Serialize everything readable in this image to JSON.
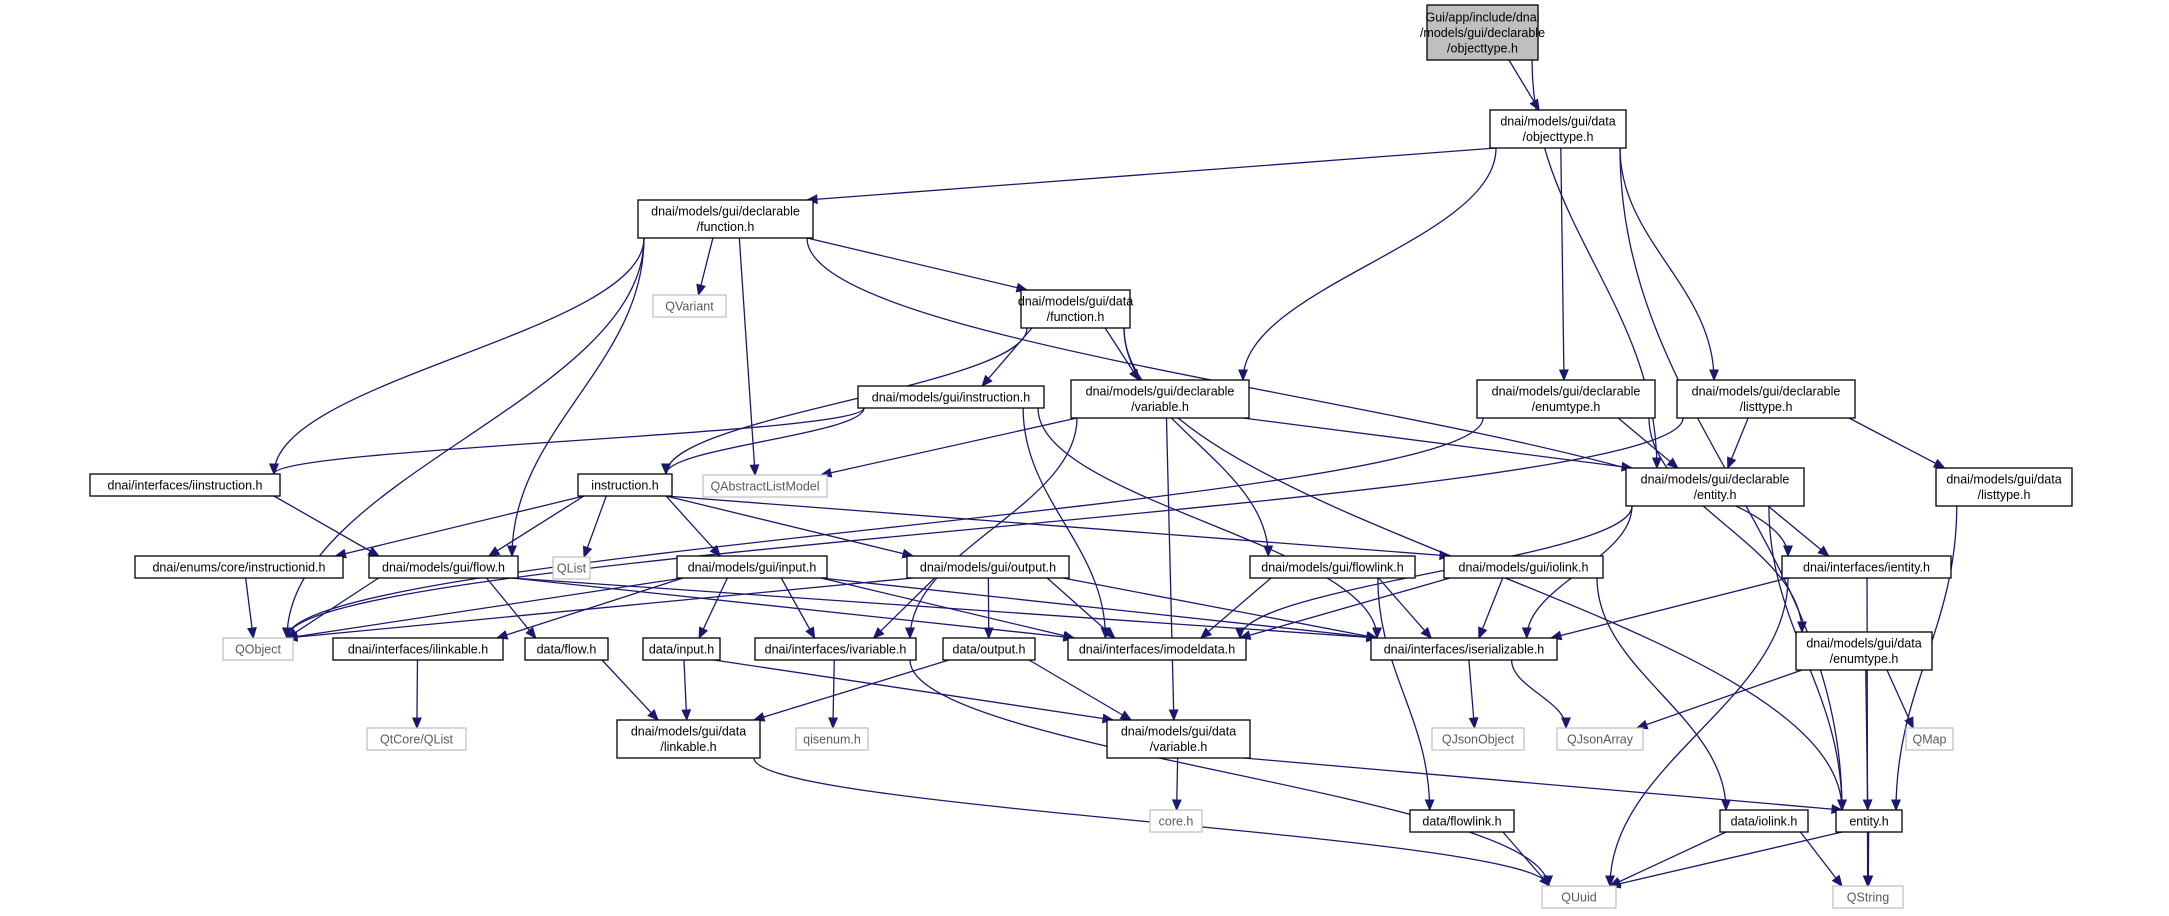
{
  "diagram": {
    "colors": {
      "edge": "#191970",
      "root_fill": "#bfbfbf",
      "node_border": "#000000",
      "external_border": "#bfbfbf",
      "external_text": "#5a5a5a"
    },
    "nodes": [
      {
        "id": "root",
        "lines": [
          "Gui/app/include/dnai",
          "/models/gui/declarable",
          "/objecttype.h"
        ],
        "kind": "root"
      },
      {
        "id": "data_objecttype",
        "lines": [
          "dnai/models/gui/data",
          "/objecttype.h"
        ],
        "kind": "local"
      },
      {
        "id": "decl_function",
        "lines": [
          "dnai/models/gui/declarable",
          "/function.h"
        ],
        "kind": "local"
      },
      {
        "id": "qvariant",
        "lines": [
          "QVariant"
        ],
        "kind": "external"
      },
      {
        "id": "data_function",
        "lines": [
          "dnai/models/gui/data",
          "/function.h"
        ],
        "kind": "local"
      },
      {
        "id": "instruction_gui",
        "lines": [
          "dnai/models/gui/instruction.h"
        ],
        "kind": "local"
      },
      {
        "id": "decl_variable",
        "lines": [
          "dnai/models/gui/declarable",
          "/variable.h"
        ],
        "kind": "local"
      },
      {
        "id": "decl_enumtype",
        "lines": [
          "dnai/models/gui/declarable",
          "/enumtype.h"
        ],
        "kind": "local"
      },
      {
        "id": "decl_listtype",
        "lines": [
          "dnai/models/gui/declarable",
          "/listtype.h"
        ],
        "kind": "local"
      },
      {
        "id": "iinstruction",
        "lines": [
          "dnai/interfaces/iinstruction.h"
        ],
        "kind": "local"
      },
      {
        "id": "qabstractlistmodel",
        "lines": [
          "QAbstractListModel"
        ],
        "kind": "external"
      },
      {
        "id": "instruction_h",
        "lines": [
          "instruction.h"
        ],
        "kind": "local"
      },
      {
        "id": "decl_entity",
        "lines": [
          "dnai/models/gui/declarable",
          "/entity.h"
        ],
        "kind": "local"
      },
      {
        "id": "data_listtype",
        "lines": [
          "dnai/models/gui/data",
          "/listtype.h"
        ],
        "kind": "local"
      },
      {
        "id": "instructionid",
        "lines": [
          "dnai/enums/core/instructionid.h"
        ],
        "kind": "local"
      },
      {
        "id": "flow",
        "lines": [
          "dnai/models/gui/flow.h"
        ],
        "kind": "local"
      },
      {
        "id": "qlist",
        "lines": [
          "QList"
        ],
        "kind": "external"
      },
      {
        "id": "input",
        "lines": [
          "dnai/models/gui/input.h"
        ],
        "kind": "local"
      },
      {
        "id": "output",
        "lines": [
          "dnai/models/gui/output.h"
        ],
        "kind": "local"
      },
      {
        "id": "flowlink",
        "lines": [
          "dnai/models/gui/flowlink.h"
        ],
        "kind": "local"
      },
      {
        "id": "iolink",
        "lines": [
          "dnai/models/gui/iolink.h"
        ],
        "kind": "local"
      },
      {
        "id": "ientity",
        "lines": [
          "dnai/interfaces/ientity.h"
        ],
        "kind": "local"
      },
      {
        "id": "qobject",
        "lines": [
          "QObject"
        ],
        "kind": "external"
      },
      {
        "id": "ilinkable",
        "lines": [
          "dnai/interfaces/ilinkable.h"
        ],
        "kind": "local"
      },
      {
        "id": "data_flow",
        "lines": [
          "data/flow.h"
        ],
        "kind": "local"
      },
      {
        "id": "data_input",
        "lines": [
          "data/input.h"
        ],
        "kind": "local"
      },
      {
        "id": "ivariable",
        "lines": [
          "dnai/interfaces/ivariable.h"
        ],
        "kind": "local"
      },
      {
        "id": "data_output",
        "lines": [
          "data/output.h"
        ],
        "kind": "local"
      },
      {
        "id": "imodeldata",
        "lines": [
          "dnai/interfaces/imodeldata.h"
        ],
        "kind": "local"
      },
      {
        "id": "iserializable",
        "lines": [
          "dnai/interfaces/iserializable.h"
        ],
        "kind": "local"
      },
      {
        "id": "data_enumtype",
        "lines": [
          "dnai/models/gui/data",
          "/enumtype.h"
        ],
        "kind": "local"
      },
      {
        "id": "qtcore_qlist",
        "lines": [
          "QtCore/QList"
        ],
        "kind": "external"
      },
      {
        "id": "data_linkable",
        "lines": [
          "dnai/models/gui/data",
          "/linkable.h"
        ],
        "kind": "local"
      },
      {
        "id": "qisenum",
        "lines": [
          "qisenum.h"
        ],
        "kind": "external"
      },
      {
        "id": "data_variable",
        "lines": [
          "dnai/models/gui/data",
          "/variable.h"
        ],
        "kind": "local"
      },
      {
        "id": "qjsonobject",
        "lines": [
          "QJsonObject"
        ],
        "kind": "external"
      },
      {
        "id": "qjsonarray",
        "lines": [
          "QJsonArray"
        ],
        "kind": "external"
      },
      {
        "id": "qmap",
        "lines": [
          "QMap"
        ],
        "kind": "external"
      },
      {
        "id": "core_h",
        "lines": [
          "core.h"
        ],
        "kind": "external"
      },
      {
        "id": "data_flowlink",
        "lines": [
          "data/flowlink.h"
        ],
        "kind": "local"
      },
      {
        "id": "data_iolink",
        "lines": [
          "data/iolink.h"
        ],
        "kind": "local"
      },
      {
        "id": "entity_h",
        "lines": [
          "entity.h"
        ],
        "kind": "local"
      },
      {
        "id": "quuid",
        "lines": [
          "QUuid"
        ],
        "kind": "external"
      },
      {
        "id": "qstring",
        "lines": [
          "QString"
        ],
        "kind": "external"
      }
    ],
    "edges": [
      [
        "root",
        "data_objecttype"
      ],
      [
        "root",
        "decl_entity"
      ],
      [
        "data_objecttype",
        "decl_function"
      ],
      [
        "data_objecttype",
        "decl_variable"
      ],
      [
        "data_objecttype",
        "decl_enumtype"
      ],
      [
        "data_objecttype",
        "decl_listtype"
      ],
      [
        "data_objecttype",
        "entity_h"
      ],
      [
        "decl_function",
        "qvariant"
      ],
      [
        "decl_function",
        "data_function"
      ],
      [
        "decl_function",
        "iinstruction"
      ],
      [
        "decl_function",
        "qabstractlistmodel"
      ],
      [
        "decl_function",
        "flow"
      ],
      [
        "decl_function",
        "qobject"
      ],
      [
        "decl_function",
        "ientity"
      ],
      [
        "data_function",
        "instruction_gui"
      ],
      [
        "data_function",
        "decl_variable"
      ],
      [
        "data_function",
        "instruction_h"
      ],
      [
        "data_function",
        "flowlink"
      ],
      [
        "data_function",
        "entity_h"
      ],
      [
        "instruction_gui",
        "iinstruction"
      ],
      [
        "instruction_gui",
        "instruction_h"
      ],
      [
        "instruction_gui",
        "imodeldata"
      ],
      [
        "instruction_gui",
        "iserializable"
      ],
      [
        "decl_variable",
        "qabstractlistmodel"
      ],
      [
        "decl_variable",
        "decl_entity"
      ],
      [
        "decl_variable",
        "ivariable"
      ],
      [
        "decl_variable",
        "data_variable"
      ],
      [
        "decl_enumtype",
        "decl_entity"
      ],
      [
        "decl_enumtype",
        "qobject"
      ],
      [
        "decl_enumtype",
        "data_enumtype"
      ],
      [
        "decl_listtype",
        "decl_entity"
      ],
      [
        "decl_listtype",
        "data_listtype"
      ],
      [
        "decl_listtype",
        "qobject"
      ],
      [
        "iinstruction",
        "flow"
      ],
      [
        "instruction_h",
        "instructionid"
      ],
      [
        "instruction_h",
        "flow"
      ],
      [
        "instruction_h",
        "qlist"
      ],
      [
        "instruction_h",
        "input"
      ],
      [
        "instruction_h",
        "output"
      ],
      [
        "instruction_h",
        "iolink"
      ],
      [
        "decl_entity",
        "ientity"
      ],
      [
        "decl_entity",
        "imodeldata"
      ],
      [
        "decl_entity",
        "iserializable"
      ],
      [
        "decl_entity",
        "entity_h"
      ],
      [
        "data_listtype",
        "entity_h"
      ],
      [
        "instructionid",
        "qobject"
      ],
      [
        "flow",
        "qobject"
      ],
      [
        "flow",
        "data_flow"
      ],
      [
        "flow",
        "imodeldata"
      ],
      [
        "flow",
        "iserializable"
      ],
      [
        "input",
        "qobject"
      ],
      [
        "input",
        "ilinkable"
      ],
      [
        "input",
        "data_input"
      ],
      [
        "input",
        "ivariable"
      ],
      [
        "input",
        "imodeldata"
      ],
      [
        "input",
        "iserializable"
      ],
      [
        "output",
        "qobject"
      ],
      [
        "output",
        "ivariable"
      ],
      [
        "output",
        "data_output"
      ],
      [
        "output",
        "imodeldata"
      ],
      [
        "output",
        "iserializable"
      ],
      [
        "flowlink",
        "imodeldata"
      ],
      [
        "flowlink",
        "iserializable"
      ],
      [
        "flowlink",
        "data_flowlink"
      ],
      [
        "iolink",
        "imodeldata"
      ],
      [
        "iolink",
        "iserializable"
      ],
      [
        "iolink",
        "data_iolink"
      ],
      [
        "ientity",
        "iserializable"
      ],
      [
        "ientity",
        "quuid"
      ],
      [
        "ientity",
        "qstring"
      ],
      [
        "ilinkable",
        "qtcore_qlist"
      ],
      [
        "data_flow",
        "data_linkable"
      ],
      [
        "data_input",
        "data_linkable"
      ],
      [
        "data_input",
        "data_variable"
      ],
      [
        "ivariable",
        "qisenum"
      ],
      [
        "ivariable",
        "quuid"
      ],
      [
        "data_output",
        "data_linkable"
      ],
      [
        "data_output",
        "data_variable"
      ],
      [
        "iserializable",
        "qjsonobject"
      ],
      [
        "iserializable",
        "qjsonarray"
      ],
      [
        "data_enumtype",
        "qjsonarray"
      ],
      [
        "data_enumtype",
        "qmap"
      ],
      [
        "data_enumtype",
        "entity_h"
      ],
      [
        "data_linkable",
        "quuid"
      ],
      [
        "data_variable",
        "core_h"
      ],
      [
        "data_variable",
        "entity_h"
      ],
      [
        "data_flowlink",
        "quuid"
      ],
      [
        "data_iolink",
        "quuid"
      ],
      [
        "data_iolink",
        "qstring"
      ],
      [
        "entity_h",
        "quuid"
      ],
      [
        "entity_h",
        "qstring"
      ]
    ]
  }
}
